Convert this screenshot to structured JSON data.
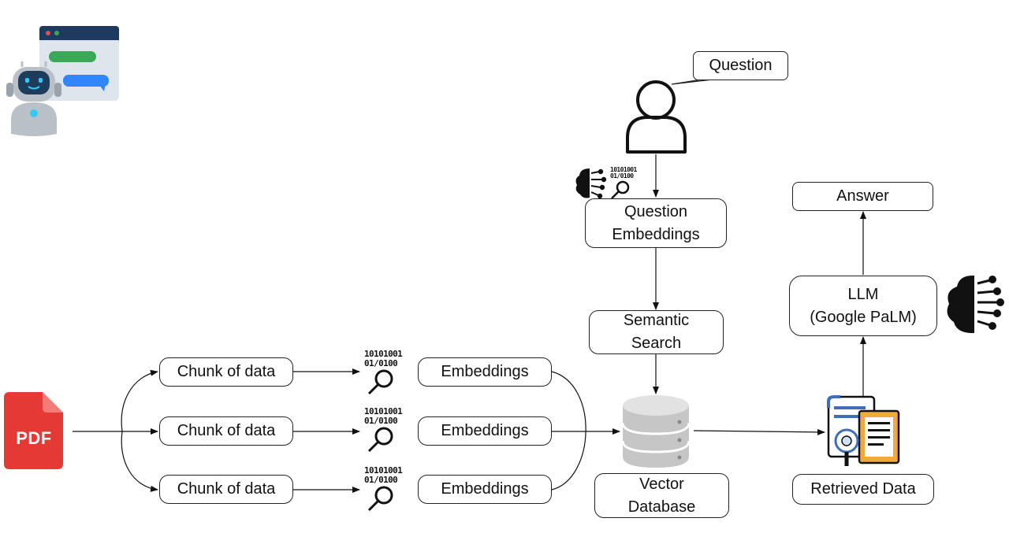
{
  "nodes": {
    "question_callout": "Question",
    "question_embeddings": [
      "Question",
      "Embeddings"
    ],
    "semantic_search": [
      "Semantic",
      "Search"
    ],
    "vector_database": [
      "Vector",
      "Database"
    ],
    "retrieved_data": "Retrieved Data",
    "llm": [
      "LLM",
      "(Google PaLM)"
    ],
    "answer": "Answer",
    "chunks": [
      "Chunk of data",
      "Chunk of data",
      "Chunk of data"
    ],
    "embeddings": [
      "Embeddings",
      "Embeddings",
      "Embeddings"
    ]
  },
  "pdf_icon": {
    "label": "PDF",
    "color": "#e53935"
  },
  "binary_text": [
    "10101001",
    "01/0100",
    "10101001",
    "10101001"
  ],
  "icons": [
    "chatbot-icon",
    "pdf-file-icon",
    "user-icon",
    "brain-icon",
    "binary-search-icon",
    "database-icon",
    "retrieved-documents-icon"
  ],
  "colors": {
    "line": "#111111",
    "chat_window_header": "#1f3a5f",
    "chat_bubble_green": "#3aa856",
    "chat_bubble_blue": "#2f86ff",
    "robot_gray": "#b9c0c7",
    "robot_face": "#1e3c5c",
    "robot_eyes": "#35c8f5",
    "database_gray": "#c6c6c6",
    "doc_orange": "#f0a93b",
    "doc_blue": "#3d6fb6"
  }
}
